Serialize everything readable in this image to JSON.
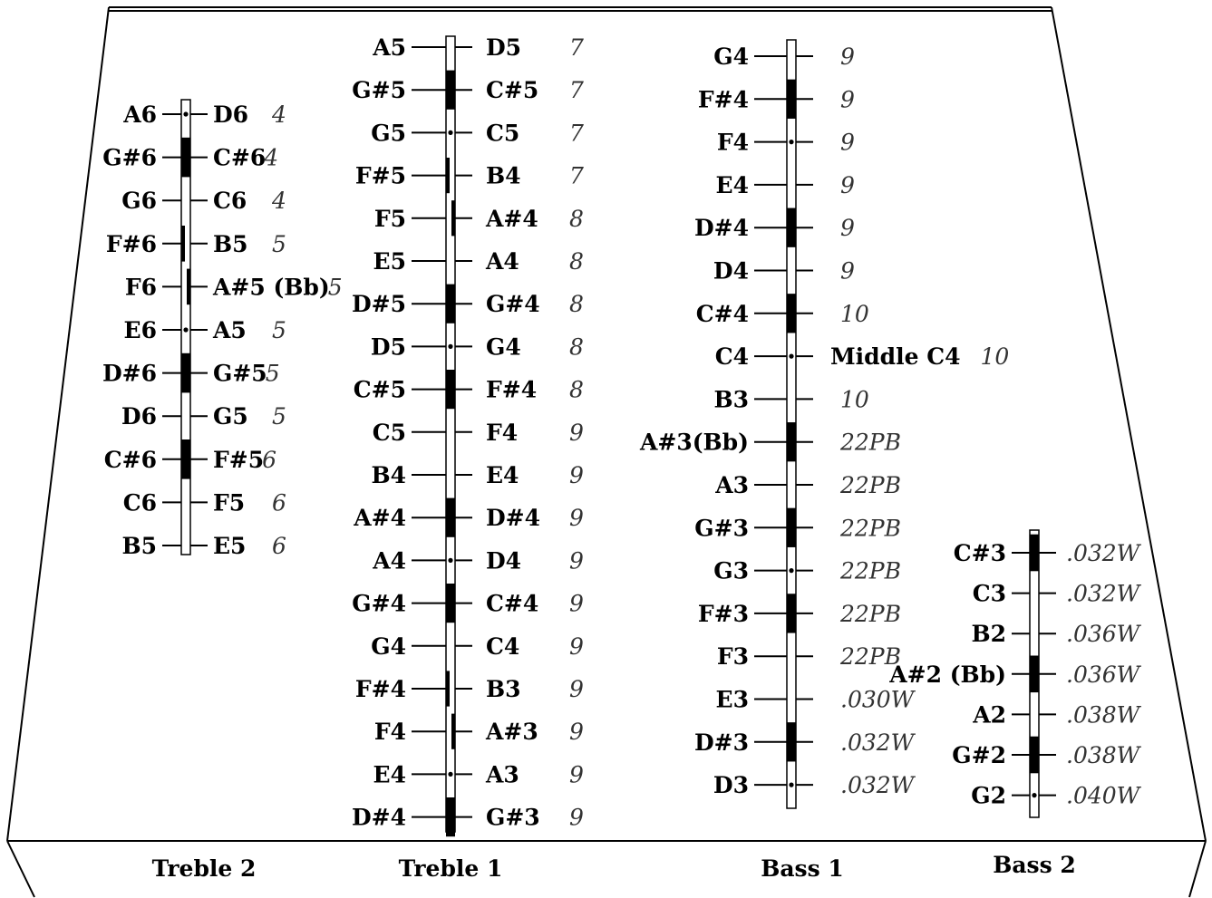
{
  "sections": [
    {
      "label": "Treble 2",
      "rows": [
        {
          "left": "A6",
          "right": "D6",
          "gauge": "4",
          "mark": "dot"
        },
        {
          "left": "G#6",
          "right": "C#6",
          "gauge": "4",
          "mark": "black"
        },
        {
          "left": "G6",
          "right": "C6",
          "gauge": "4",
          "mark": "white"
        },
        {
          "left": "F#6",
          "right": "B5",
          "gauge": "5",
          "mark": "thinleft"
        },
        {
          "left": "F6",
          "right": "A#5 (Bb)",
          "gauge": "5",
          "mark": "thinright"
        },
        {
          "left": "E6",
          "right": "A5",
          "gauge": "5",
          "mark": "dot"
        },
        {
          "left": "D#6",
          "right": "G#5",
          "gauge": "5",
          "mark": "black"
        },
        {
          "left": "D6",
          "right": "G5",
          "gauge": "5",
          "mark": "white"
        },
        {
          "left": "C#6",
          "right": "F#5",
          "gauge": "6",
          "mark": "black"
        },
        {
          "left": "C6",
          "right": "F5",
          "gauge": "6",
          "mark": "white"
        },
        {
          "left": "B5",
          "right": "E5",
          "gauge": "6",
          "mark": "white"
        }
      ]
    },
    {
      "label": "Treble 1",
      "rows": [
        {
          "left": "A5",
          "right": "D5",
          "gauge": "7",
          "mark": "white"
        },
        {
          "left": "G#5",
          "right": "C#5",
          "gauge": "7",
          "mark": "black"
        },
        {
          "left": "G5",
          "right": "C5",
          "gauge": "7",
          "mark": "dot"
        },
        {
          "left": "F#5",
          "right": "B4",
          "gauge": "7",
          "mark": "thinleft"
        },
        {
          "left": "F5",
          "right": "A#4",
          "gauge": "8",
          "mark": "thinright"
        },
        {
          "left": "E5",
          "right": "A4",
          "gauge": "8",
          "mark": "none"
        },
        {
          "left": "D#5",
          "right": "G#4",
          "gauge": "8",
          "mark": "black"
        },
        {
          "left": "D5",
          "right": "G4",
          "gauge": "8",
          "mark": "dot"
        },
        {
          "left": "C#5",
          "right": "F#4",
          "gauge": "8",
          "mark": "black"
        },
        {
          "left": "C5",
          "right": "F4",
          "gauge": "9",
          "mark": "white"
        },
        {
          "left": "B4",
          "right": "E4",
          "gauge": "9",
          "mark": "white"
        },
        {
          "left": "A#4",
          "right": "D#4",
          "gauge": "9",
          "mark": "black"
        },
        {
          "left": "A4",
          "right": "D4",
          "gauge": "9",
          "mark": "dot"
        },
        {
          "left": "G#4",
          "right": "C#4",
          "gauge": "9",
          "mark": "black"
        },
        {
          "left": "G4",
          "right": "C4",
          "gauge": "9",
          "mark": "white"
        },
        {
          "left": "F#4",
          "right": "B3",
          "gauge": "9",
          "mark": "thinleft"
        },
        {
          "left": "F4",
          "right": "A#3",
          "gauge": "9",
          "mark": "thinright"
        },
        {
          "left": "E4",
          "right": "A3",
          "gauge": "9",
          "mark": "dot"
        },
        {
          "left": "D#4",
          "right": "G#3",
          "gauge": "9",
          "mark": "black"
        }
      ]
    },
    {
      "label": "Bass  1",
      "rows": [
        {
          "left": "G4",
          "right": "",
          "gauge": "9",
          "mark": "white"
        },
        {
          "left": "F#4",
          "right": "",
          "gauge": "9",
          "mark": "black"
        },
        {
          "left": "F4",
          "right": "",
          "gauge": "9",
          "mark": "dot"
        },
        {
          "left": "E4",
          "right": "",
          "gauge": "9",
          "mark": "white"
        },
        {
          "left": "D#4",
          "right": "",
          "gauge": "9",
          "mark": "black"
        },
        {
          "left": "D4",
          "right": "",
          "gauge": "9",
          "mark": "white"
        },
        {
          "left": "C#4",
          "right": "",
          "gauge": "10",
          "mark": "black"
        },
        {
          "left": "C4",
          "right": "Middle C4",
          "gauge": "10",
          "mark": "dot"
        },
        {
          "left": "B3",
          "right": "",
          "gauge": "10",
          "mark": "white"
        },
        {
          "left": "A#3(Bb)",
          "right": "",
          "gauge": "22PB",
          "mark": "black"
        },
        {
          "left": "A3",
          "right": "",
          "gauge": "22PB",
          "mark": "white"
        },
        {
          "left": "G#3",
          "right": "",
          "gauge": "22PB",
          "mark": "black"
        },
        {
          "left": "G3",
          "right": "",
          "gauge": "22PB",
          "mark": "dot"
        },
        {
          "left": "F#3",
          "right": "",
          "gauge": "22PB",
          "mark": "black"
        },
        {
          "left": "F3",
          "right": "",
          "gauge": "22PB",
          "mark": "white"
        },
        {
          "left": "E3",
          "right": "",
          "gauge": ".030W",
          "mark": "white"
        },
        {
          "left": "D#3",
          "right": "",
          "gauge": ".032W",
          "mark": "black"
        },
        {
          "left": "D3",
          "right": "",
          "gauge": ".032W",
          "mark": "dot"
        }
      ]
    },
    {
      "label": "Bass  2",
      "rows": [
        {
          "left": "C#3",
          "right": "",
          "gauge": ".032W",
          "mark": "black"
        },
        {
          "left": "C3",
          "right": "",
          "gauge": ".032W",
          "mark": "white"
        },
        {
          "left": "B2",
          "right": "",
          "gauge": ".036W",
          "mark": "white"
        },
        {
          "left": "A#2 (Bb)",
          "right": "",
          "gauge": ".036W",
          "mark": "black"
        },
        {
          "left": "A2",
          "right": "",
          "gauge": ".038W",
          "mark": "white"
        },
        {
          "left": "G#2",
          "right": "",
          "gauge": ".038W",
          "mark": "black"
        },
        {
          "left": "G2",
          "right": "",
          "gauge": ".040W",
          "mark": "dot"
        }
      ]
    }
  ]
}
